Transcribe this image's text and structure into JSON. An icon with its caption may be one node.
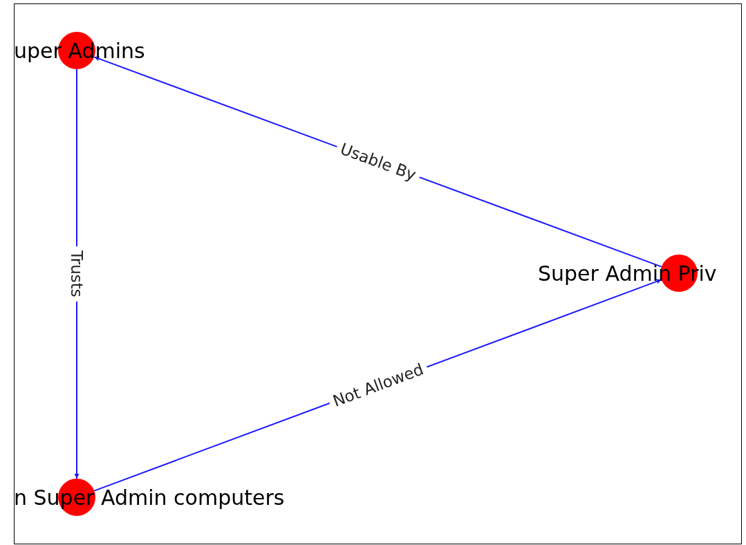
{
  "diagram": {
    "nodes": [
      {
        "text": [
          "uper Admins"
        ]
      },
      {
        "text": [
          "Super Admin Priv"
        ]
      },
      {
        "text": [
          "n Super Admin computers"
        ]
      }
    ],
    "edges": [
      {
        "from": 1,
        "to": 0,
        "arrow": "to",
        "label": "Usable By"
      },
      {
        "from": 0,
        "to": 2,
        "arrow": "to",
        "label": "Trusts"
      },
      {
        "from": 2,
        "to": 1,
        "arrow": "to",
        "label": "Not Allowed"
      }
    ]
  }
}
